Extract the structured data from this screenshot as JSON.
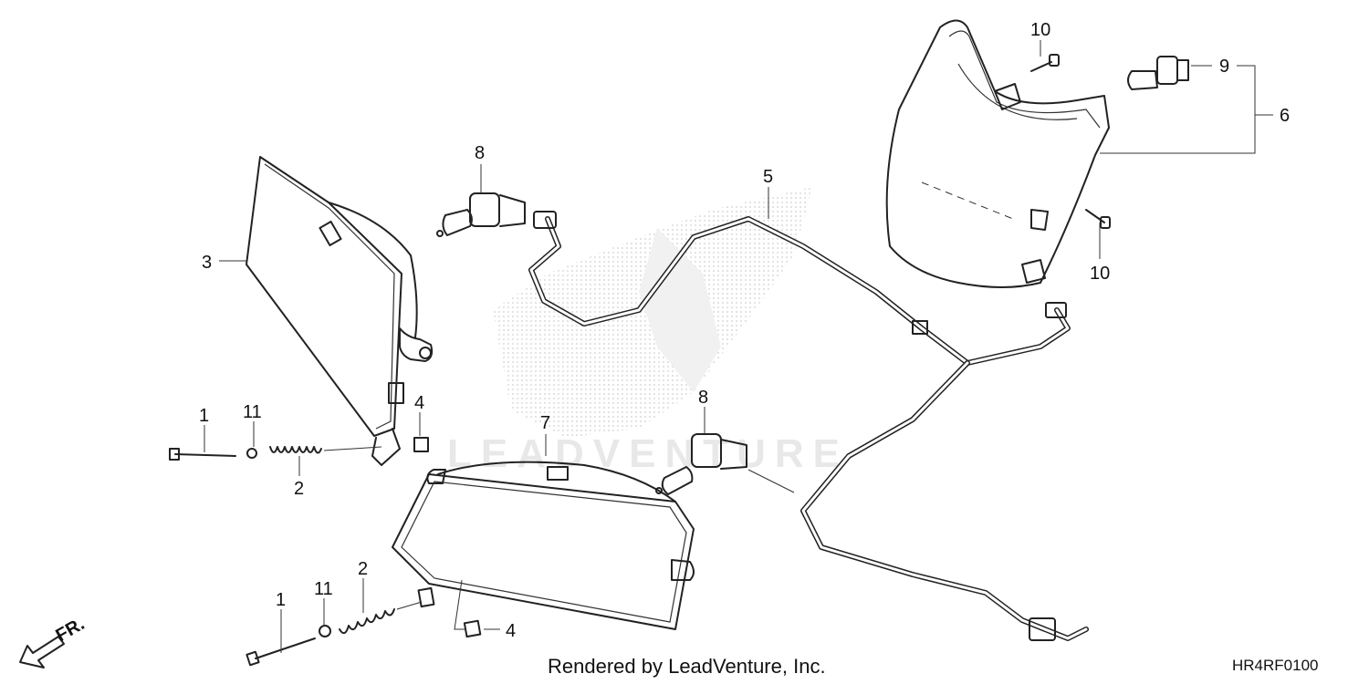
{
  "callouts": {
    "c1a": "1",
    "c11a": "11",
    "c2a": "2",
    "c3": "3",
    "c4a": "4",
    "c8a": "8",
    "c5": "5",
    "c7": "7",
    "c8b": "8",
    "c10a": "10",
    "c9": "9",
    "c6": "6",
    "c10b": "10",
    "c1b": "1",
    "c11b": "11",
    "c2b": "2",
    "c4b": "4"
  },
  "direction_label": "FR.",
  "watermark": "LEADVENTURE",
  "footer": {
    "credit": "Rendered by LeadVenture, Inc.",
    "diagram_code": "HR4RF0100"
  }
}
